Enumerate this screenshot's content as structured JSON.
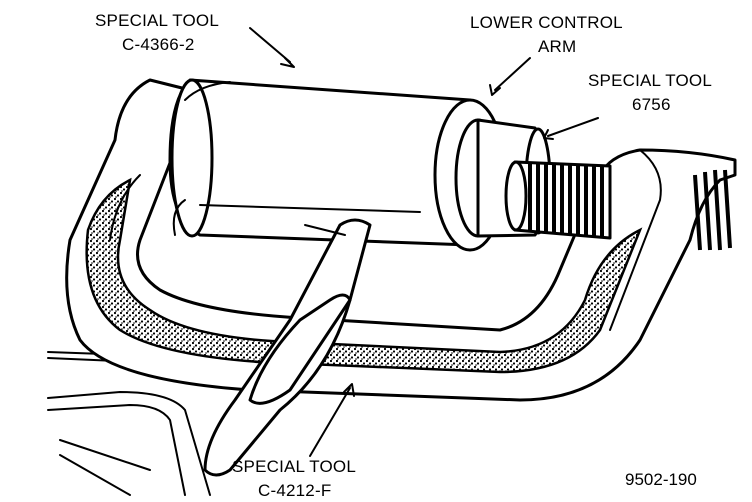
{
  "labels": {
    "special_tool_top": [
      "SPECIAL TOOL",
      "C-4366-2"
    ],
    "lower_control_arm": [
      "LOWER CONTROL",
      "ARM"
    ],
    "special_tool_right": [
      "SPECIAL TOOL",
      "6756"
    ],
    "special_tool_bottom": [
      "SPECIAL TOOL",
      "C-4212-F"
    ]
  },
  "figure_number": "9502-190"
}
